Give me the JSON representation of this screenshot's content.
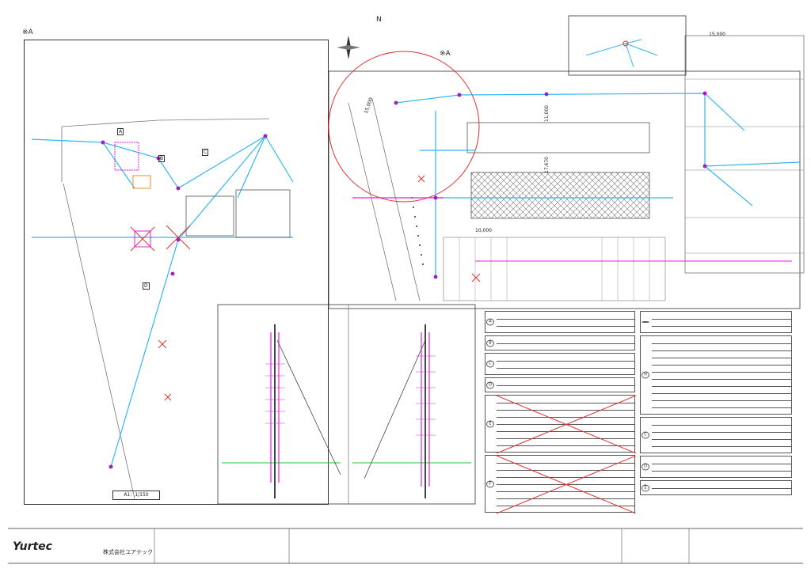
{
  "labels": {
    "section_left": "※A",
    "section_right": "※A",
    "view_left_title": "",
    "view_right_title": "",
    "scale_left": "A1：1/150",
    "demolish_label": "",
    "auto_gate_label": "",
    "parking_label": "",
    "north_label": "N",
    "dim_15000_a": "15,000",
    "dim_15000_b": "15,000",
    "dim_10000": "10,000",
    "dim_17670": "17,670",
    "dim_11000": "11,000",
    "table_heading": "",
    "callouts": [
      "A",
      "B",
      "C",
      "D",
      "E",
      "F"
    ]
  },
  "title_block": {
    "company_logo": "Yurtec",
    "company_name": "株式会社ユアテック",
    "project_main": "",
    "project_sub": "",
    "scale": "",
    "drawing_no": "",
    "author_a": "",
    "author_b": "",
    "author_c": ""
  },
  "schedule": {
    "left_groups": [
      {
        "id": "A",
        "rows": [
          "",
          "",
          ""
        ]
      },
      {
        "id": "B",
        "rows": [
          "",
          ""
        ]
      },
      {
        "id": "C",
        "rows": [
          "",
          "",
          ""
        ]
      },
      {
        "id": "D",
        "rows": [
          "",
          ""
        ]
      },
      {
        "id": "E",
        "rows": [
          "",
          "",
          "",
          "",
          "",
          "",
          "",
          ""
        ]
      },
      {
        "id": "F",
        "rows": [
          "",
          "",
          "",
          "",
          "",
          "",
          "",
          ""
        ]
      }
    ],
    "right_groups": [
      {
        "id": "",
        "rows": [
          "",
          "",
          ""
        ]
      },
      {
        "id": "H",
        "rows": [
          "",
          "",
          "",
          "",
          "",
          "",
          "",
          "",
          "",
          "",
          ""
        ]
      },
      {
        "id": "C",
        "rows": [
          "",
          "",
          "",
          "",
          ""
        ]
      },
      {
        "id": "D",
        "rows": [
          "",
          "",
          ""
        ]
      },
      {
        "id": "E",
        "rows": [
          "",
          ""
        ]
      }
    ]
  },
  "colors": {
    "line_blue": "#33b6f0",
    "line_magenta": "#e020e0",
    "line_red": "#e03030",
    "hatch": "#777777"
  }
}
